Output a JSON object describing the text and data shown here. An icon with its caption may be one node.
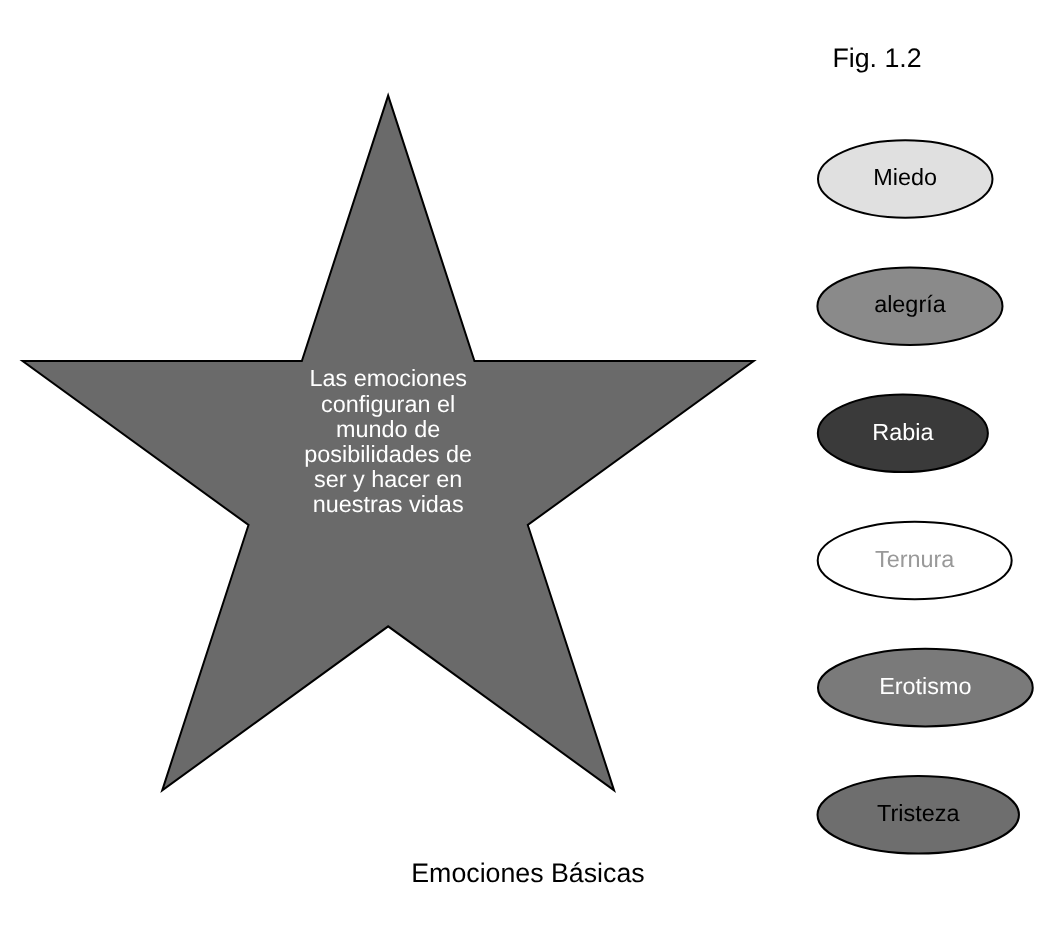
{
  "diagram": {
    "caption": "Emociones Básicas",
    "nodes": [
      {
        "text": [
          "Ternura"
        ]
      },
      {
        "text": [
          "Tristeza"
        ]
      },
      {
        "text": [
          "Rabia"
        ]
      },
      {
        "text": [
          "Erotismo"
        ]
      },
      {
        "text": [
          "Las emociones configuran el mundo de posibilidades de ser y hacer en nuestras vidas"
        ]
      },
      {
        "text": [
          "alegría"
        ]
      },
      {
        "text": [
          "Miedo"
        ]
      }
    ],
    "edges": [],
    "labels": [
      "Fig. 1.2"
    ]
  }
}
